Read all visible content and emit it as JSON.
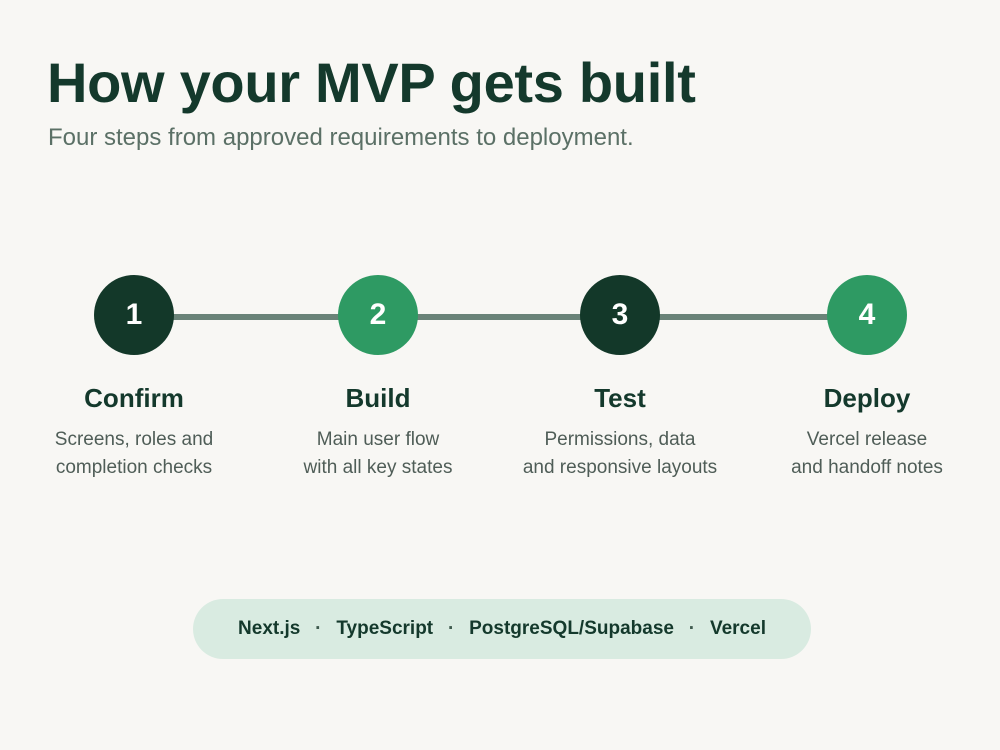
{
  "header": {
    "title": "How your MVP gets built",
    "subtitle": "Four steps from approved requirements to deployment."
  },
  "steps": [
    {
      "number": "1",
      "title": "Confirm",
      "desc": [
        "Screens, roles and",
        "completion checks"
      ],
      "style": "dark"
    },
    {
      "number": "2",
      "title": "Build",
      "desc": [
        "Main user flow",
        "with all key states"
      ],
      "style": "green"
    },
    {
      "number": "3",
      "title": "Test",
      "desc": [
        "Permissions, data",
        "and responsive layouts"
      ],
      "style": "dark"
    },
    {
      "number": "4",
      "title": "Deploy",
      "desc": [
        "Vercel release",
        "and handoff notes"
      ],
      "style": "green"
    }
  ],
  "tech_stack": {
    "separator": "·",
    "items": [
      "Next.js",
      "TypeScript",
      "PostgreSQL/Supabase",
      "Vercel"
    ]
  },
  "colors": {
    "dark": "#133829",
    "green": "#2e9a63",
    "connector": "#6a8378",
    "pill": "#d9ebe1",
    "background": "#f8f7f4"
  }
}
